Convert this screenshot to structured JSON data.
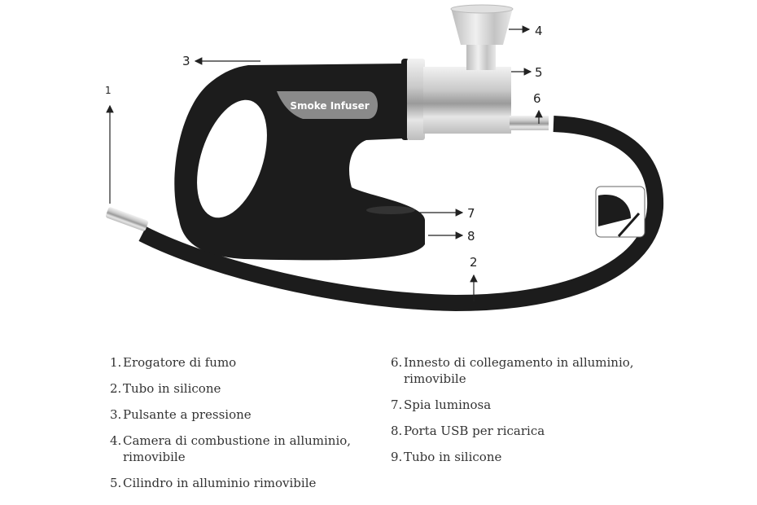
{
  "product": {
    "brand_label": "Smoke Infuser"
  },
  "callouts": [
    {
      "n": "1"
    },
    {
      "n": "2"
    },
    {
      "n": "3"
    },
    {
      "n": "4"
    },
    {
      "n": "5"
    },
    {
      "n": "6"
    },
    {
      "n": "7"
    },
    {
      "n": "8"
    }
  ],
  "legend": {
    "left": [
      {
        "num": "1.",
        "text": "Erogatore di fumo"
      },
      {
        "num": "2.",
        "text": "Tubo in silicone"
      },
      {
        "num": "3.",
        "text": "Pulsante a pressione"
      },
      {
        "num": "4.",
        "text": "Camera di combustione in alluminio, rimovibile"
      },
      {
        "num": "5.",
        "text": "Cilindro in alluminio rimovibile"
      }
    ],
    "right": [
      {
        "num": "6.",
        "text": "Innesto di collegamento in alluminio, rimovibile"
      },
      {
        "num": "7.",
        "text": "Spia luminosa"
      },
      {
        "num": "8.",
        "text": "Porta USB per ricarica"
      },
      {
        "num": "9.",
        "text": "Tubo in silicone"
      }
    ]
  },
  "colors": {
    "body": "#1c1c1c",
    "label_plate": "#8a8a8a",
    "metal": "#d4d4d4",
    "text": "#333333"
  }
}
